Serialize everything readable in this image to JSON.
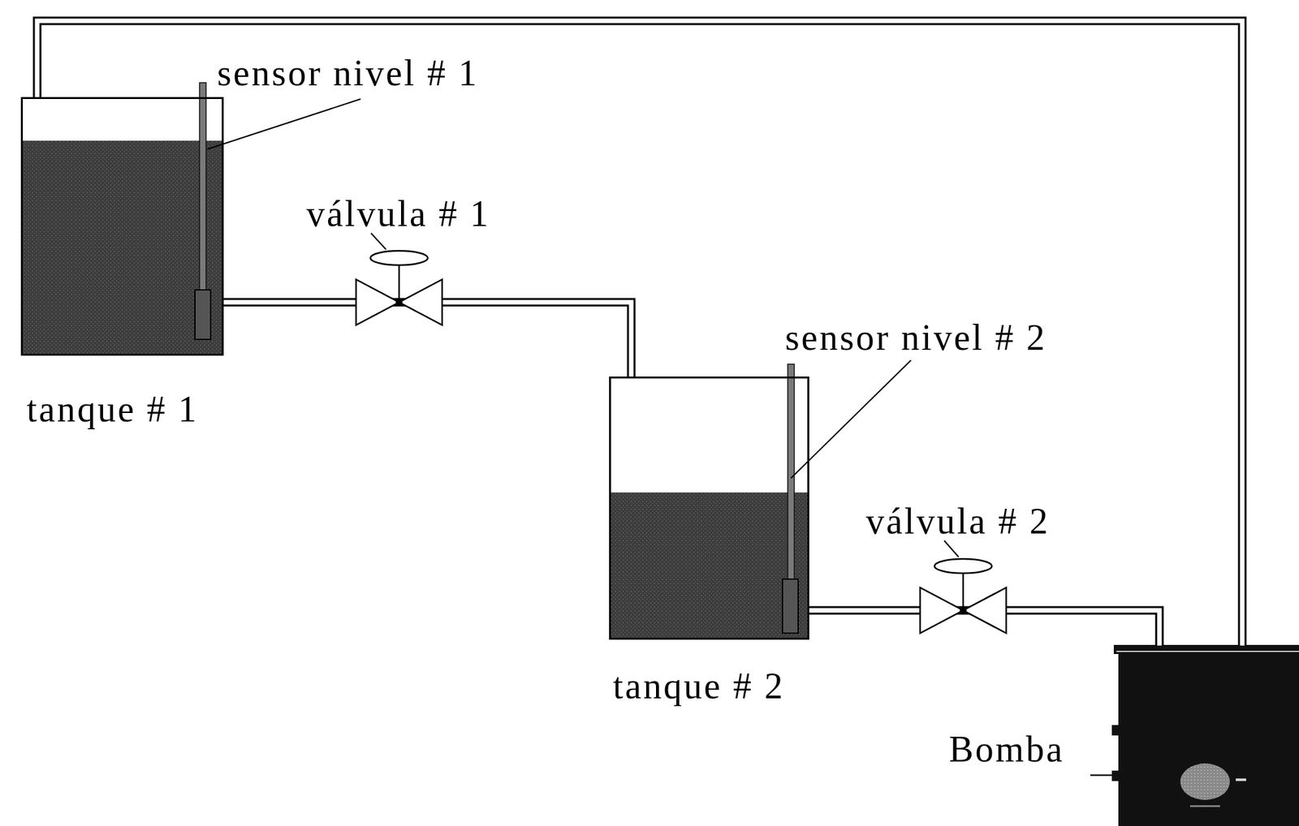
{
  "diagram": {
    "nodes": [
      {
        "text": [
          "tanque # 1"
        ]
      },
      {
        "text": [
          "tanque # 2"
        ]
      },
      {
        "text": [
          "Bomba"
        ]
      }
    ],
    "edges": [
      {
        "from": 0,
        "to": 1,
        "arrow": "none"
      },
      {
        "from": 1,
        "to": 2,
        "arrow": "none"
      },
      {
        "from": 2,
        "to": 0,
        "arrow": "none"
      }
    ],
    "labels": [
      "sensor nivel # 1",
      "válvula # 1",
      "sensor nivel # 2",
      "válvula # 2"
    ]
  }
}
